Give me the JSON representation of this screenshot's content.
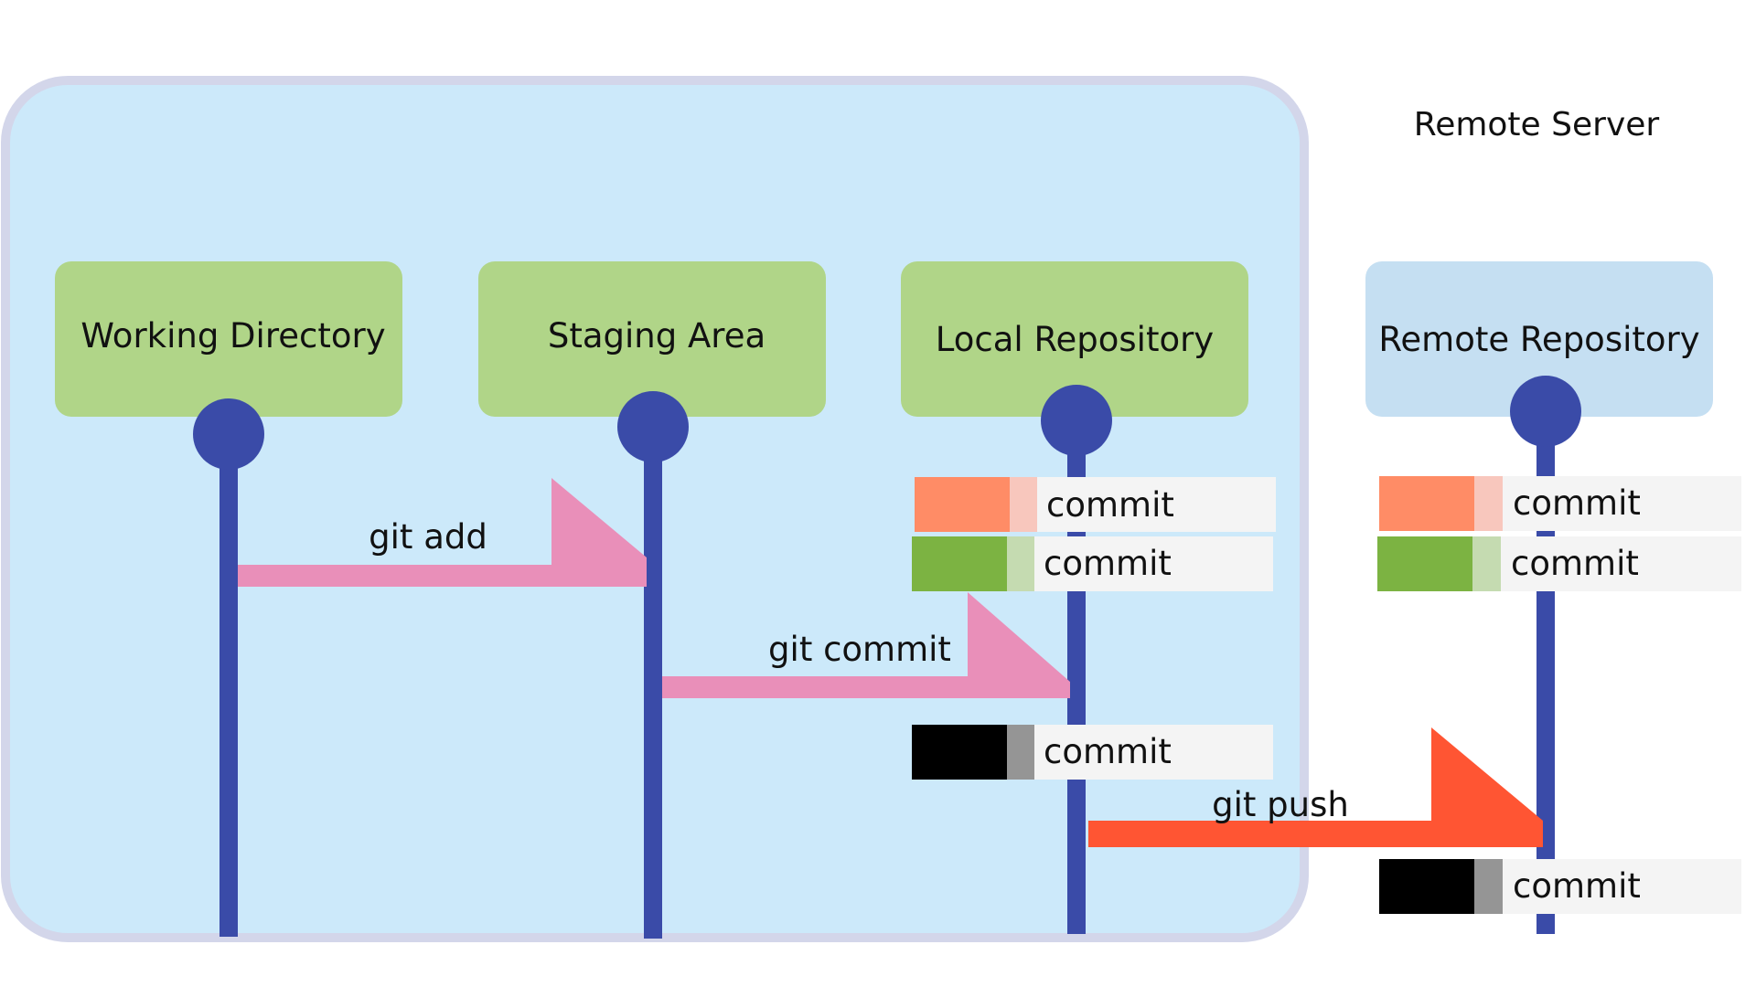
{
  "colors": {
    "local_bg": "#cce9fa",
    "local_border": "#d3d6ea",
    "stage_box": "#b0d588",
    "remote_box": "#c5dff2",
    "timeline": "#3a4ba8",
    "arrow_pink": "#e98fb9",
    "arrow_red": "#ff5533",
    "commit_bg": "#f4f4f4",
    "commit_orange": "#ff8c66",
    "commit_orange_light": "#f8c7bd",
    "commit_green": "#7cb342",
    "commit_green_light": "#c5dbb1",
    "commit_black": "#000000",
    "commit_gray": "#959595"
  },
  "server": {
    "label": "Remote Server"
  },
  "stages": [
    {
      "label": "Working Directory"
    },
    {
      "label": "Staging Area"
    },
    {
      "label": "Local Repository"
    },
    {
      "label": "Remote Repository"
    }
  ],
  "commands": [
    {
      "label": "git add"
    },
    {
      "label": "git commit"
    },
    {
      "label": "git push"
    }
  ],
  "local_commits": [
    {
      "label": "commit",
      "color": "orange"
    },
    {
      "label": "commit",
      "color": "green"
    },
    {
      "label": "commit",
      "color": "black"
    }
  ],
  "remote_commits": [
    {
      "label": "commit",
      "color": "orange"
    },
    {
      "label": "commit",
      "color": "green"
    },
    {
      "label": "commit",
      "color": "black"
    }
  ]
}
